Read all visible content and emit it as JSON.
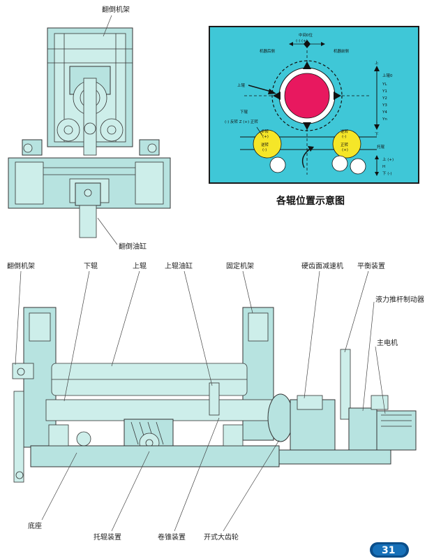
{
  "top_view": {
    "label_frame": "翻倒机架",
    "label_cylinder": "翻倒油缸"
  },
  "position_diagram": {
    "caption": "各辊位置示意图",
    "middle_zero": "中间0位",
    "middle_zero_signs": "(-) (+)",
    "rear": "机器后侧",
    "front": "机器前侧",
    "upper_roll": "上辊",
    "lower_roll": "下辊",
    "reverse_forward": "(-) 反转 Z (+) 正转",
    "up": "上",
    "down": "下",
    "upper_roll_zero": "上辊0",
    "y_levels": [
      "YL",
      "Y1",
      "Y2",
      "Y3",
      "Y4",
      "Yn"
    ],
    "left_yellow_top": "步转",
    "left_yellow_top_sign": "(+)",
    "left_yellow_bottom": "逆转",
    "left_yellow_bottom_sign": "(-)",
    "right_yellow_top": "逆转",
    "right_yellow_top_sign": "(-)",
    "right_yellow_bottom": "正转",
    "right_yellow_bottom_sign": "(+)",
    "support_roll": "托辊",
    "up_plus": "上 (+)",
    "h": "H",
    "down_minus": "下 (-)",
    "colors": {
      "background": "#3fc7d7",
      "upper_roll": "#e8185f",
      "lower_rolls": "#f5e628"
    }
  },
  "front_view": {
    "labels_top": [
      "翻倒机架",
      "下辊",
      "上辊",
      "上辊油缸",
      "固定机架",
      "硬齿面减速机",
      "平衡装置"
    ],
    "labels_right": [
      "液力推杆制动器",
      "主电机"
    ],
    "labels_bottom": [
      "底座",
      "托辊装置",
      "卷锥装置",
      "开式大齿轮"
    ]
  },
  "page_number": "31"
}
